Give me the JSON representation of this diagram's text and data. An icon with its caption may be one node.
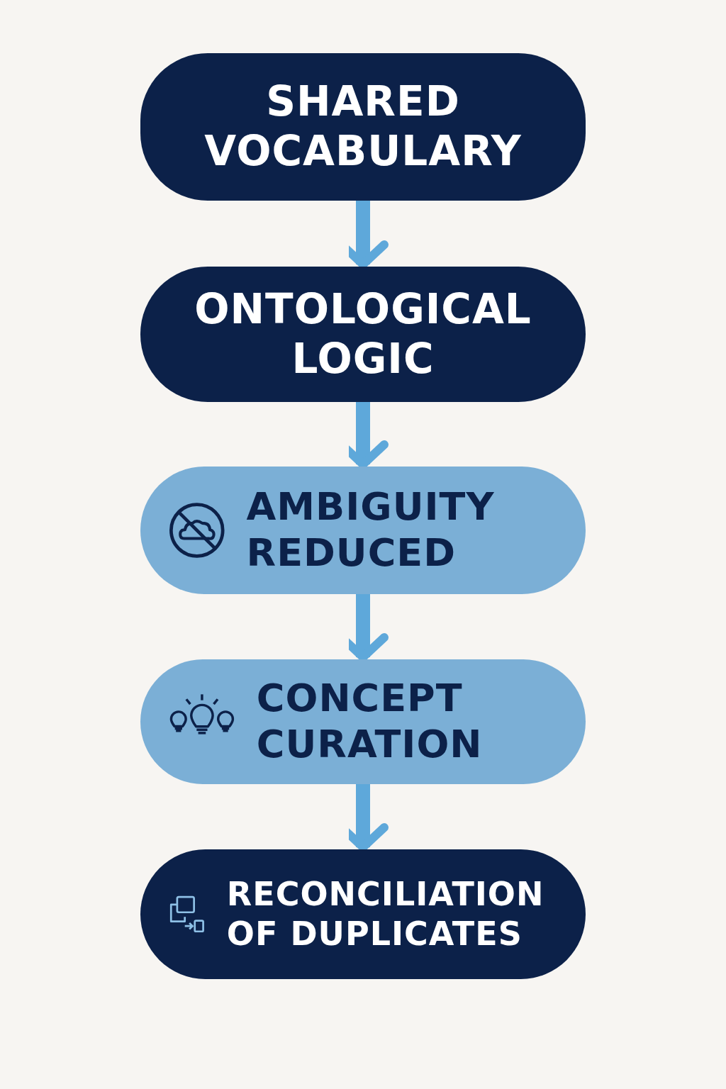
{
  "diagram": {
    "nodes": [
      {
        "text": [
          "SHARED VOCABULARY"
        ]
      },
      {
        "text": [
          "ONTOLOGICAL LOGIC"
        ]
      },
      {
        "text": [
          "AMBIGUITY REDUCED"
        ]
      },
      {
        "text": [
          "CONCEPT CURATION"
        ]
      },
      {
        "text": [
          "RECONCILIATION OF DUPLICATES"
        ]
      }
    ],
    "edges": [
      {
        "from": 0,
        "to": 1,
        "arrow": "to"
      },
      {
        "from": 1,
        "to": 2,
        "arrow": "to"
      },
      {
        "from": 2,
        "to": 3,
        "arrow": "to"
      },
      {
        "from": 3,
        "to": 4,
        "arrow": "to"
      }
    ]
  }
}
